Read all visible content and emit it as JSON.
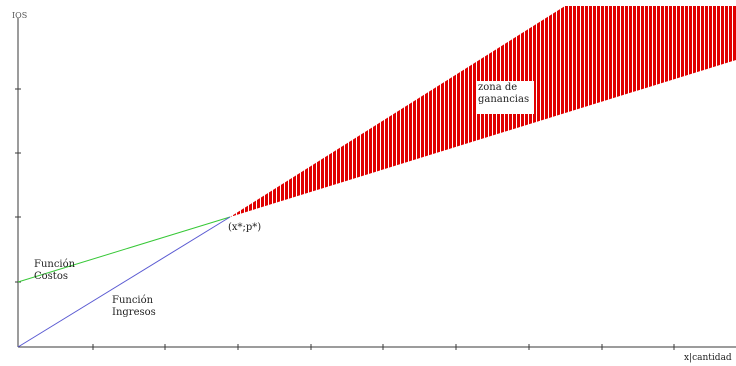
{
  "labels": {
    "y_axis": "IOS",
    "x_axis": "x|cantidad",
    "cost_function": [
      "Función",
      "Costos"
    ],
    "revenue_function": [
      "Función",
      "Ingresos"
    ],
    "breakeven_point": "(x*;p*)",
    "profit_zone": [
      "zona de",
      "ganancias"
    ]
  },
  "colors": {
    "axis": "#3a3a3a",
    "cost_line": "#37c837",
    "revenue_line": "#5a5ad2",
    "profit_fill": "#e00000",
    "profit_hatch": "#ffffff"
  }
}
